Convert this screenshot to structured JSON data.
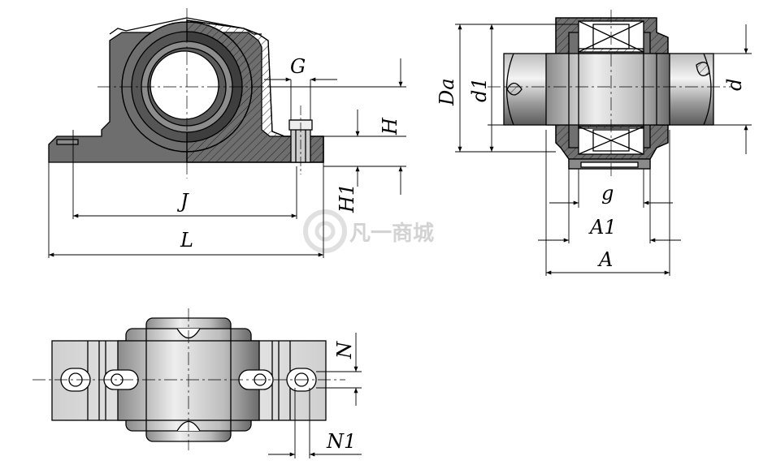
{
  "labels": {
    "G": "G",
    "H": "H",
    "H1": "H1",
    "J": "J",
    "L": "L",
    "Da": "Da",
    "d1": "d1",
    "d": "d",
    "g": "g",
    "A1": "A1",
    "A": "A",
    "N": "N",
    "N1": "N1"
  },
  "watermark": {
    "text": "凡一商城"
  },
  "colors": {
    "housing": "#6e6e6e",
    "housing_dark": "#4a4a4a",
    "shaft": "#d9d9d9",
    "hatch": "#333333",
    "line": "#000000"
  }
}
